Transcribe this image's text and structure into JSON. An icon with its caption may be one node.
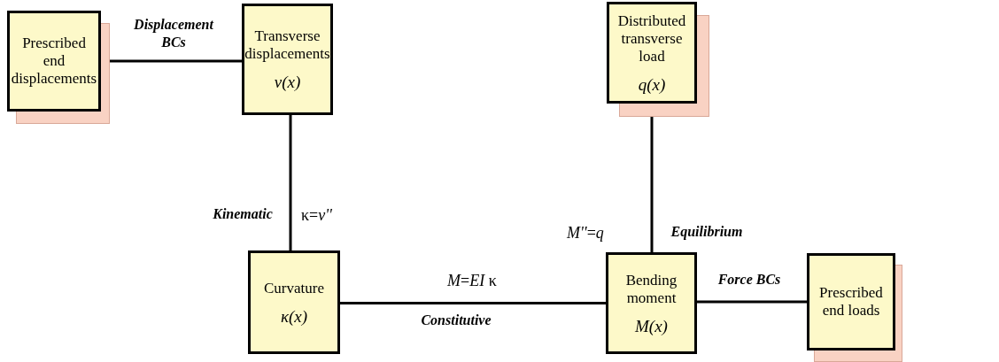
{
  "diagram": {
    "nodes": [
      {
        "text": [
          "Prescribed end displacements"
        ]
      },
      {
        "text": [
          "Transverse displacements",
          "v(x)"
        ]
      },
      {
        "text": [
          "Distributed transverse load",
          "q(x)"
        ]
      },
      {
        "text": [
          "Curvature",
          "κ(x)"
        ]
      },
      {
        "text": [
          "Bending moment",
          "M(x)"
        ]
      },
      {
        "text": [
          "Prescribed end loads"
        ]
      }
    ],
    "edges": [
      {
        "from": 0,
        "to": 1,
        "arrow": "none",
        "label": "Displacement BCs"
      },
      {
        "from": 1,
        "to": 3,
        "arrow": "none",
        "label": "Kinematic"
      },
      {
        "from": 3,
        "to": 4,
        "arrow": "none",
        "label": "Constitutive"
      },
      {
        "from": 2,
        "to": 4,
        "arrow": "none",
        "label": "Equilibrium"
      },
      {
        "from": 4,
        "to": 5,
        "arrow": "none",
        "label": "Force BCs"
      }
    ],
    "labels": [
      "κ=*v''*",
      "*M*=*EI* κ",
      "*M''*=*q*"
    ]
  }
}
